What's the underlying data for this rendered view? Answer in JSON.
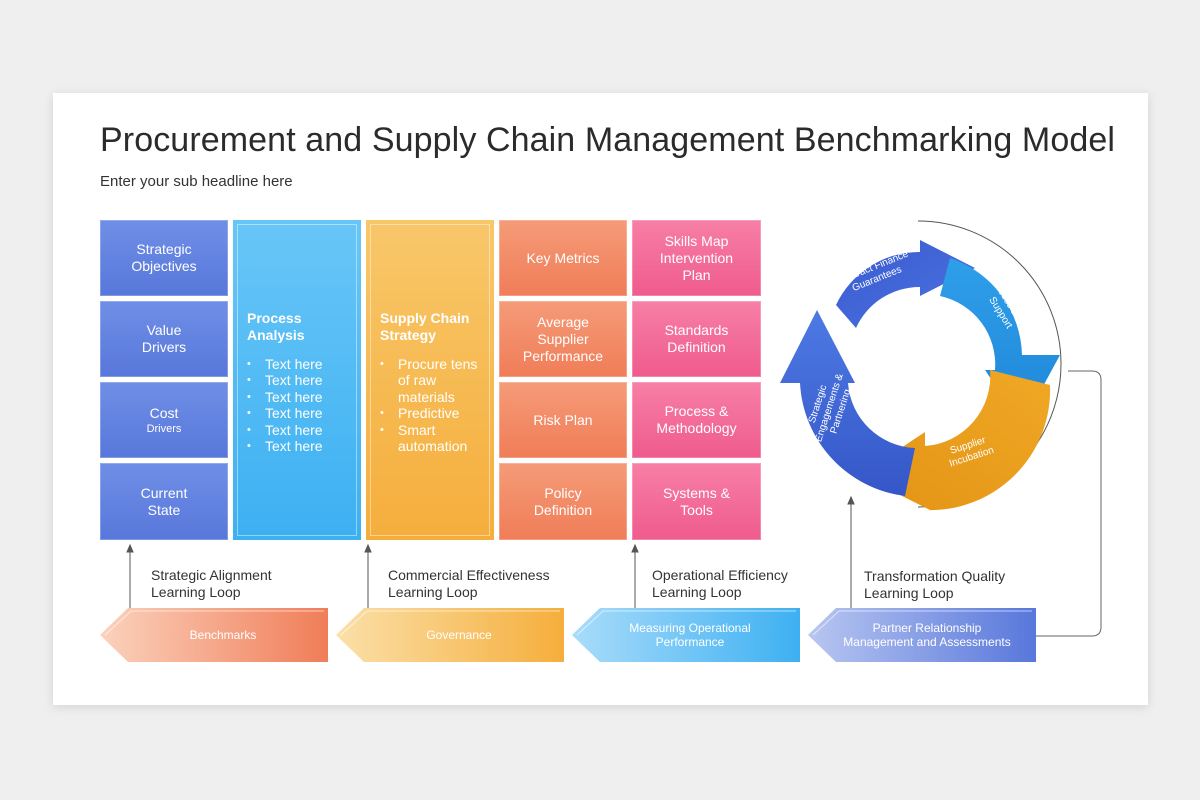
{
  "title": "Procurement and Supply Chain Management Benchmarking Model",
  "subtitle": "Enter your sub headline here",
  "blue_boxes": [
    "Strategic\nObjectives",
    "Value\nDrivers",
    "Cost",
    "Current\nState"
  ],
  "cost_sub": "Drivers",
  "process_analysis": {
    "heading": "Process\nAnalysis",
    "items": [
      "Text here",
      "Text here",
      "Text here",
      "Text here",
      "Text here",
      "Text here"
    ]
  },
  "supply_chain_strategy": {
    "heading": "Supply Chain\nStrategy",
    "items": [
      "Procure tens\nof raw\nmaterials",
      "Predictive",
      "Smart\nautomation"
    ]
  },
  "orange_boxes": [
    "Key Metrics",
    "Average\nSupplier\nPerformance",
    "Risk Plan",
    "Policy\nDefinition"
  ],
  "pink_boxes": [
    "Skills Map\nIntervention\nPlan",
    "Standards\nDefinition",
    "Process &\nMethodology",
    "Systems &\nTools"
  ],
  "loops": [
    "Strategic Alignment\nLearning Loop",
    "Commercial Effectiveness\nLearning Loop",
    "Operational Efficiency\nLearning Loop",
    "Transformation Quality\nLearning Loop"
  ],
  "bottom_arrows": [
    "Benchmarks",
    "Governance",
    "Measuring Operational\nPerformance",
    "Partner Relationship\nManagement and Assessments"
  ],
  "cycle": [
    "Contract Finance\nGuarantees",
    "Access Donor\nSupport",
    "Supplier\nIncubation",
    "Strategic\nEngagements &\nPartnering"
  ],
  "colors": {
    "blue": "#5b7bdc",
    "sky": "#43b3f2",
    "gold": "#f5ae3c",
    "orange": "#f07d58",
    "pink": "#ef5b8e",
    "cycle_blue_dark": "#3f5fd1",
    "cycle_blue_light": "#2a9be6",
    "cycle_gold": "#e9a21f"
  }
}
